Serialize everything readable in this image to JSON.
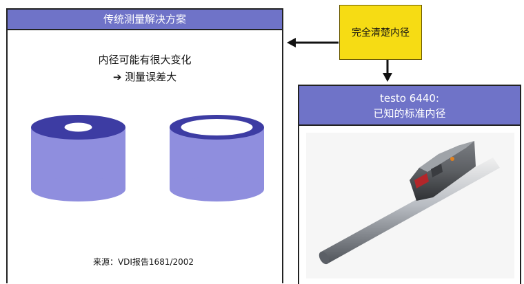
{
  "left_panel": {
    "title": "传统测量解决方案",
    "line1": "内径可能有很大变化",
    "line2": "➔ 测量误差大",
    "source": "来源：VDI报告1681/2002"
  },
  "callout": {
    "text": "完全清楚内径"
  },
  "right_panel": {
    "title_line1": "testo 6440:",
    "title_line2": "已知的标准内径"
  },
  "colors": {
    "header_blue": "#6f73c8",
    "callout_yellow": "#f6dc14",
    "cylinder": "#8f8ede",
    "cylinder_dark": "#3d3ca3"
  }
}
